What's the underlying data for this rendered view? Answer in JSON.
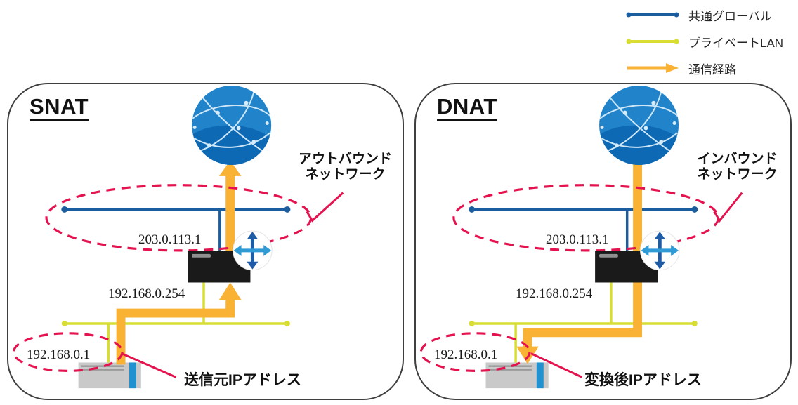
{
  "legend": {
    "items": [
      {
        "label": "共通グローバル",
        "icon": "blue-line"
      },
      {
        "label": "プライベートLAN",
        "icon": "yellow-line"
      },
      {
        "label": "通信経路",
        "icon": "orange-arrow"
      }
    ]
  },
  "panels": [
    {
      "title": "SNAT",
      "global_ip": "203.0.113.1",
      "router_ip": "192.168.0.254",
      "host_ip": "192.168.0.1",
      "network_callout": "アウトバウンド\nネットワーク",
      "host_callout": "送信元IPアドレス"
    },
    {
      "title": "DNAT",
      "global_ip": "203.0.113.1",
      "router_ip": "192.168.0.254",
      "host_ip": "192.168.0.1",
      "network_callout": "インバウンド\nネットワーク",
      "host_callout": "変換後IPアドレス"
    }
  ],
  "colors": {
    "shared_global_blue": "#1A5EA0",
    "private_lan_yellow": "#D7DD33",
    "traffic_orange": "#F9B233",
    "highlight_red": "#E4134F",
    "router_black": "#1A1A1A",
    "panel_border": "#3F3F3F",
    "globe_blue_light": "#2183CA",
    "globe_blue_dark": "#0E69B4",
    "globe_line_blue": "#CDE7F8",
    "nat_arrow_dark_blue": "#1E5CA8",
    "nat_arrow_light_blue": "#2E9BD6",
    "pc_gray": "#C9C9C9",
    "pc_stripe_blue": "#2191D0"
  }
}
